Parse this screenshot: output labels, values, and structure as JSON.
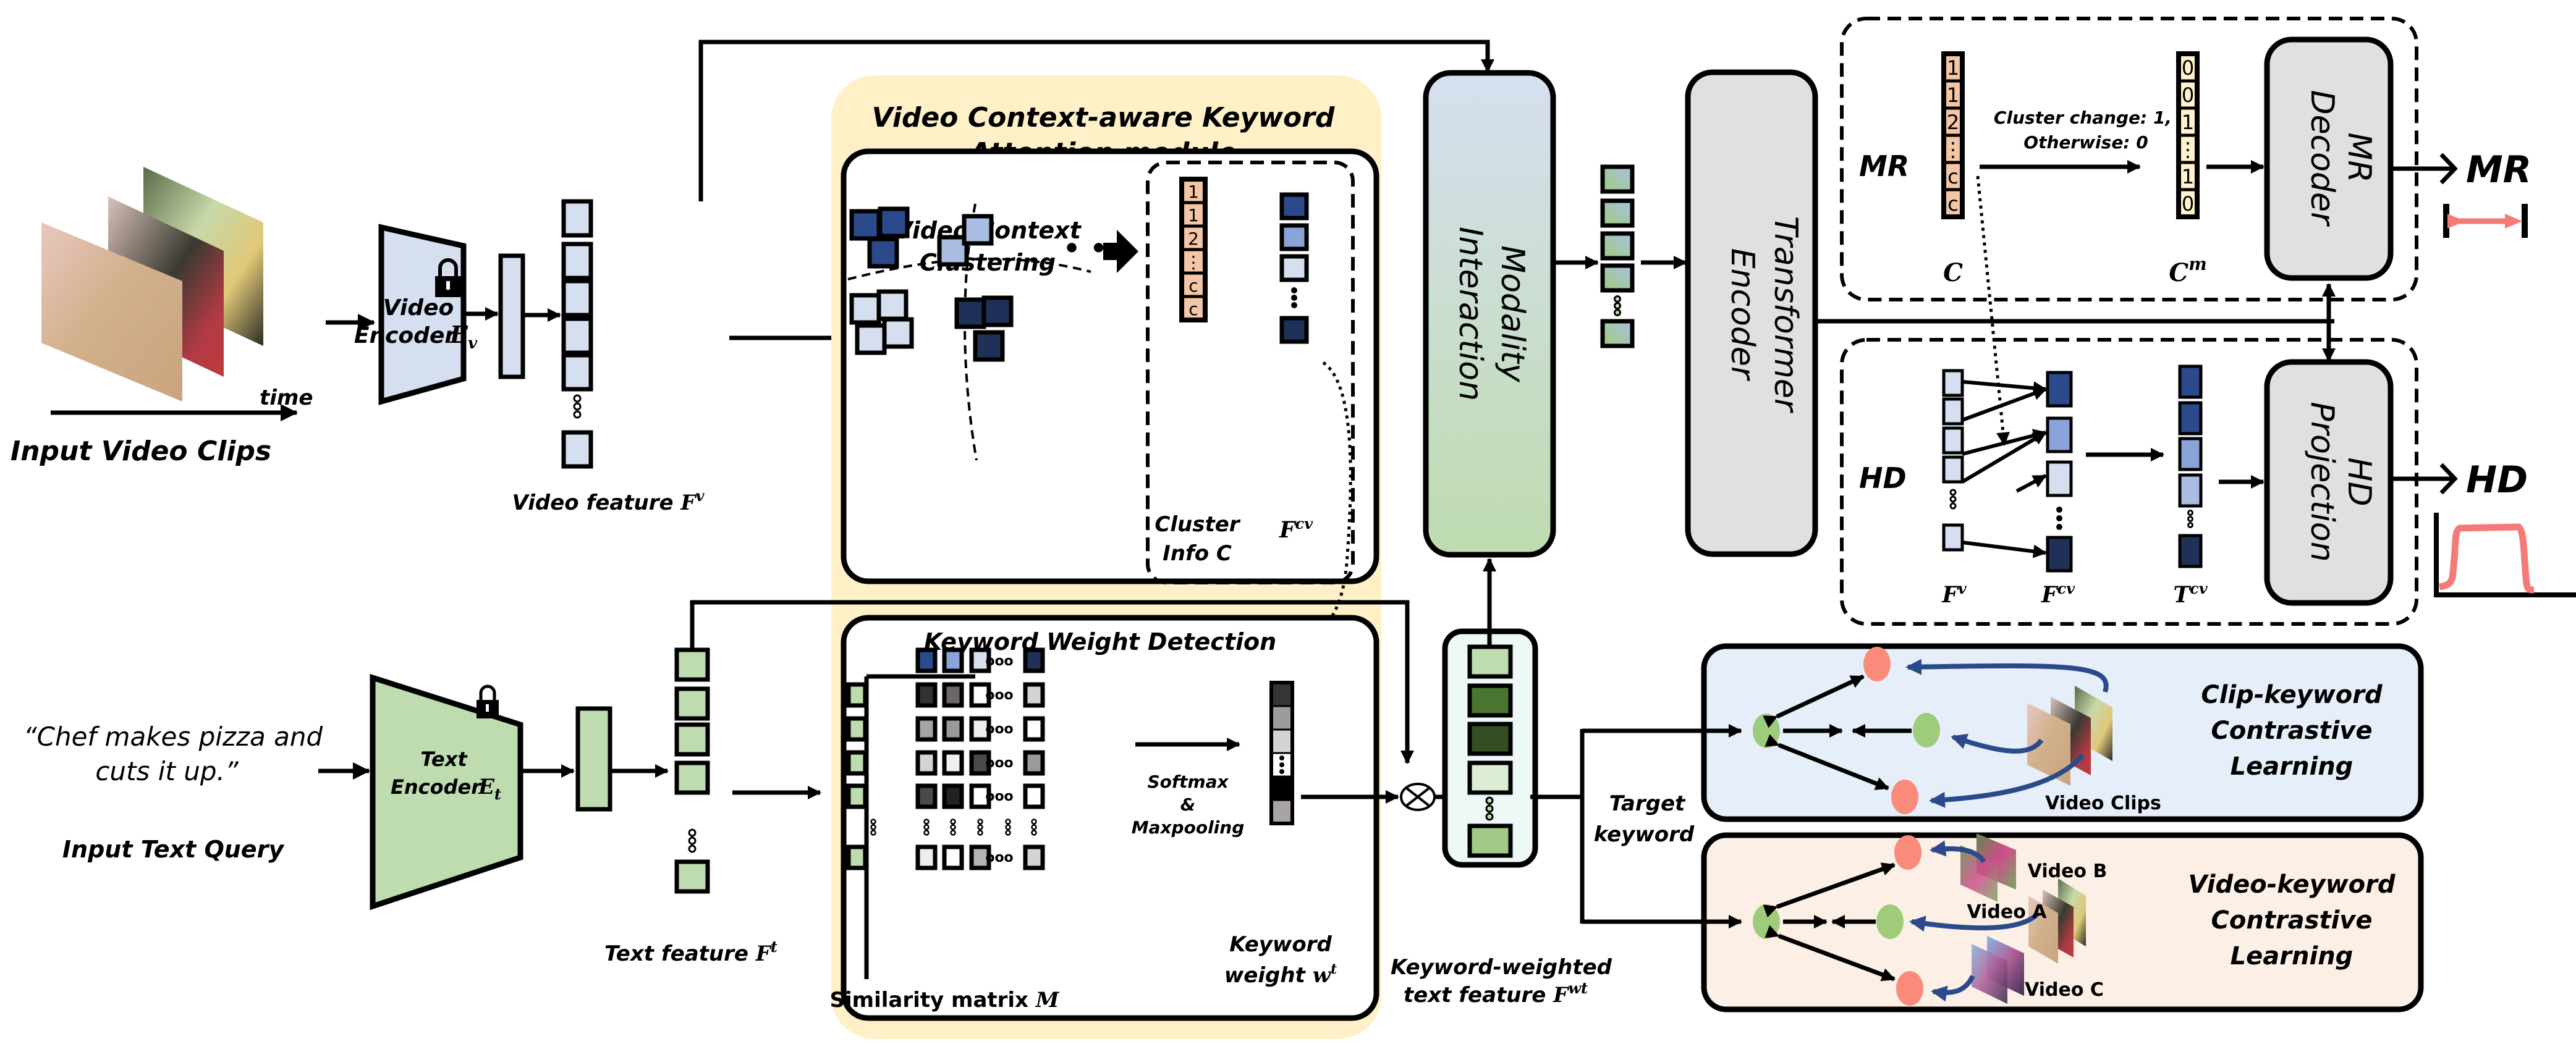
{
  "input_video": {
    "time_label": "time",
    "caption": "Input Video Clips"
  },
  "video_encoder": {
    "line1": "Video",
    "line2": "Encoder",
    "symbol": "E",
    "subscript": "v",
    "frozen_icon": "lock-icon"
  },
  "video_feature": {
    "caption": "Video feature ",
    "symbol": "F",
    "superscript": "v"
  },
  "text_input": {
    "query_line1": "“Chef makes pizza and",
    "query_line2": "cuts it up.”",
    "caption": "Input Text Query"
  },
  "text_encoder": {
    "line1": "Text",
    "line2": "Encoder",
    "symbol": "E",
    "subscript": "t",
    "frozen_icon": "lock-icon"
  },
  "text_feature": {
    "caption": "Text  feature ",
    "symbol": "F",
    "superscript": "t"
  },
  "vcka_module": {
    "title_line1": "Video Context-aware Keyword",
    "title_line2": "Attention module",
    "clustering": {
      "title_line1": "Video Context",
      "title_line2": "Clustering",
      "ellipsis": "• • •",
      "cluster_info_values": [
        "1",
        "1",
        "2",
        "⋮",
        "c",
        "c"
      ],
      "cluster_info_caption_line1": "Cluster",
      "cluster_info_caption_line2": "Info C",
      "fcv_symbol": "F",
      "fcv_superscript": "cv"
    },
    "keyword_weight_detection": {
      "title": "Keyword Weight Detection",
      "similarity_caption": "Similarity matrix ",
      "similarity_symbol": "M",
      "op_line1": "Softmax",
      "op_line2": "&",
      "op_line3": "Maxpooling",
      "weight_caption_line1": "Keyword",
      "weight_caption_line2": "weight ",
      "weight_symbol": "w",
      "weight_superscript": "t",
      "header_colors": [
        "#2b4a8b",
        "#8aa3d8",
        "#d6dff0",
        "#1f3159"
      ],
      "matrix_rows": [
        [
          "#333333",
          "#6b6766",
          "#ffffff",
          "#d4d4d4"
        ],
        [
          "#a8a4a4",
          "#9a9a9a",
          "#eeeeee",
          "#ffffff"
        ],
        [
          "#d4d4d4",
          "#f0f0f0",
          "#4a4a4a",
          "#9a9a9a"
        ],
        [
          "#4a4a4a",
          "#222222",
          "#ffffff",
          "#ffffff"
        ],
        [
          "#eeeeee",
          "#ffffff",
          "#b4b4b4",
          "#d4d4d4"
        ]
      ],
      "weight_colors": [
        "#353535",
        "#9c9c9c",
        "#d4d4d4",
        "dots",
        "#000000",
        "#a8a4a4"
      ]
    }
  },
  "modality_interaction": {
    "line1": "Modality",
    "line2": "Interaction"
  },
  "transformer_encoder": {
    "line1": "Transformer",
    "line2": "Encoder"
  },
  "keyword_weighted": {
    "caption_line1": "Keyword-weighted",
    "caption_line2": "text feature ",
    "symbol": "F",
    "superscript": "wt",
    "cell_colors": [
      "#bedcaf",
      "#4a7530",
      "#344d22",
      "#ddecd4",
      "#a0ca85"
    ],
    "multiply_icon": "circled-times-icon"
  },
  "mr_branch": {
    "label": "MR",
    "c_values": [
      "1",
      "1",
      "2",
      "⋮",
      "c",
      "c"
    ],
    "c_label": "C",
    "cm_values": [
      "0",
      "0",
      "1",
      "⋮",
      "1",
      "0"
    ],
    "cm_label": "C",
    "cm_superscript": "m",
    "rule_line1": "Cluster change: 1,",
    "rule_line2": "Otherwise: 0",
    "decoder_line1": "MR",
    "decoder_line2": "Decoder",
    "output_label": "MR"
  },
  "hd_branch": {
    "label": "HD",
    "fv_label": "F",
    "fv_superscript": "v",
    "fcv_label": "F",
    "fcv_superscript": "cv",
    "tcv_label": "T",
    "tcv_superscript": "cv",
    "projection_line1": "HD",
    "projection_line2": "Projection",
    "output_label": "HD"
  },
  "target_keyword": {
    "line1": "Target",
    "line2": "keyword"
  },
  "clip_keyword": {
    "title_line1": "Clip-keyword",
    "title_line2": "Contrastive",
    "title_line3": "Learning",
    "clips_label": "Video Clips"
  },
  "video_keyword": {
    "title_line1": "Video-keyword",
    "title_line2": "Contrastive",
    "title_line3": "Learning",
    "video_a": "Video A",
    "video_b": "Video B",
    "video_c": "Video C"
  },
  "colors": {
    "video_blue_light": "#d6dff0",
    "blue_mid": "#8aa3d8",
    "blue_dark": "#2b4a8b",
    "blue_darkest": "#1f3159",
    "text_green": "#bedcaf",
    "module_bg": "#fff0c8",
    "cluster_orange": "#f5c6a5",
    "cm_yellow": "#fff2cc",
    "gray_box": "#e0e0e0",
    "clip_panel": "#e6eff9",
    "video_panel": "#fcefe5",
    "positive_node": "#9fcc7b",
    "negative_node": "#fa8a7a",
    "mr_span": "#f47a78",
    "blue_arrow": "#2b4a8b"
  }
}
